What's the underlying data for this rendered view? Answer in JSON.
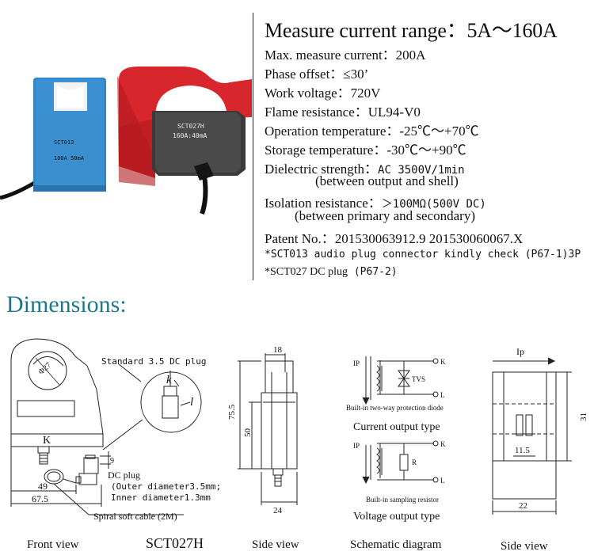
{
  "specs": {
    "title": "Measure current range：5A～160A",
    "max_current": "Max. measure current：200A",
    "phase_offset": "Phase offset：≤30’",
    "work_voltage": "Work voltage：720V",
    "flame_resistance": "Flame resistance：UL94-V0",
    "operation_temp": "Operation temperature：-25℃～+70℃",
    "storage_temp": "Storage temperature：-30℃～+90℃",
    "dielectric_label": "Dielectric strength：",
    "dielectric_value": "AC 3500V/1min",
    "dielectric_note": "(between output and shell)",
    "isolation_label": "Isolation resistance：",
    "isolation_value": "＞100MΩ(500V DC)",
    "isolation_note": "(between primary and secondary)",
    "patent": "Patent No.：201530063912.9  201530060067.X",
    "note1": "*SCT013 audio plug connector kindly check (P67-1)3P",
    "note2_main": "*SCT027 DC plug",
    "note2_ref": "(P67-2)"
  },
  "photo": {
    "blue_label_line1": "SCT013",
    "blue_label_line2": "100A 50mA",
    "red_label_line1": "SCT027H",
    "red_label_line2": "160A:40mA"
  },
  "dimensions_heading": "Dimensions:",
  "front_view": {
    "dc_plug_title": "Standard 3.5 DC plug",
    "diameter": "Φ27",
    "k_label": "K",
    "plug_k": "k",
    "plug_l": "l",
    "dim_9": "9",
    "dim_49": "49",
    "dim_67_5": "67.5",
    "dc_plug": "DC plug",
    "outer_diameter": "(Outer diameter3.5mm;",
    "inner_diameter": "Inner diameter1.3mm",
    "cable": "Spiral soft cable (2M)",
    "caption": "Front view",
    "model": "SCT027H"
  },
  "side_view1": {
    "dim_18": "18",
    "dim_75_5": "75.5",
    "dim_50": "50",
    "dim_24": "24",
    "caption": "Side view"
  },
  "schematic": {
    "ip1": "IP",
    "k1": "K",
    "l1": "L",
    "tvs": "TVS",
    "diode_caption": "Built-in two-way protection diode",
    "current_type": "Current output type",
    "ip2": "IP",
    "k2": "K",
    "l2": "L",
    "r": "R",
    "resistor_caption": "Built-in sampling resistor",
    "voltage_type": "Voltage output type",
    "caption": "Schematic diagram"
  },
  "side_view2": {
    "ip": "Ip",
    "dim_31": "31",
    "dim_11_5": "11.5",
    "dim_22": "22",
    "caption": "Side view"
  },
  "colors": {
    "heading": "#1c7a86",
    "blue_ct": "#2e86c9",
    "red_ct": "#d62828"
  }
}
